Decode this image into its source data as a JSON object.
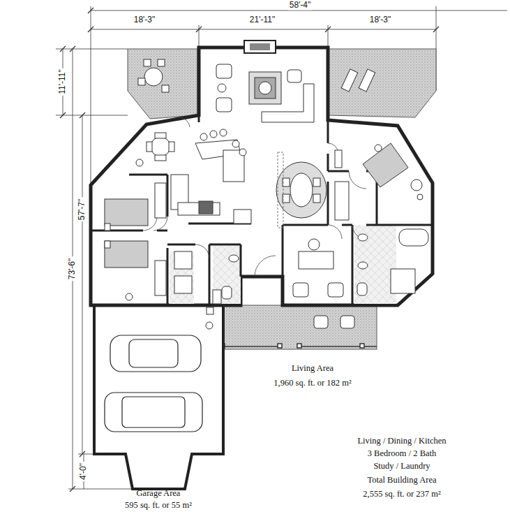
{
  "diagram": {
    "labels": [
      "58'-4\"",
      "18'-3\"",
      "21'-11\"",
      "18'-3\"",
      "11'-11\"",
      "73'-6\"",
      "57'-7\"",
      "4'-0\"",
      "Living Area",
      "1,960 sq. ft. or 182 m²",
      "Garage Area",
      "595 sq. ft. or 55 m²",
      "Living / Dining / Kitchen",
      "3  Bedroom / 2  Bath",
      "Study / Laundry",
      "Total Building Area",
      "2,555 sq. ft. or 237 m²"
    ]
  }
}
